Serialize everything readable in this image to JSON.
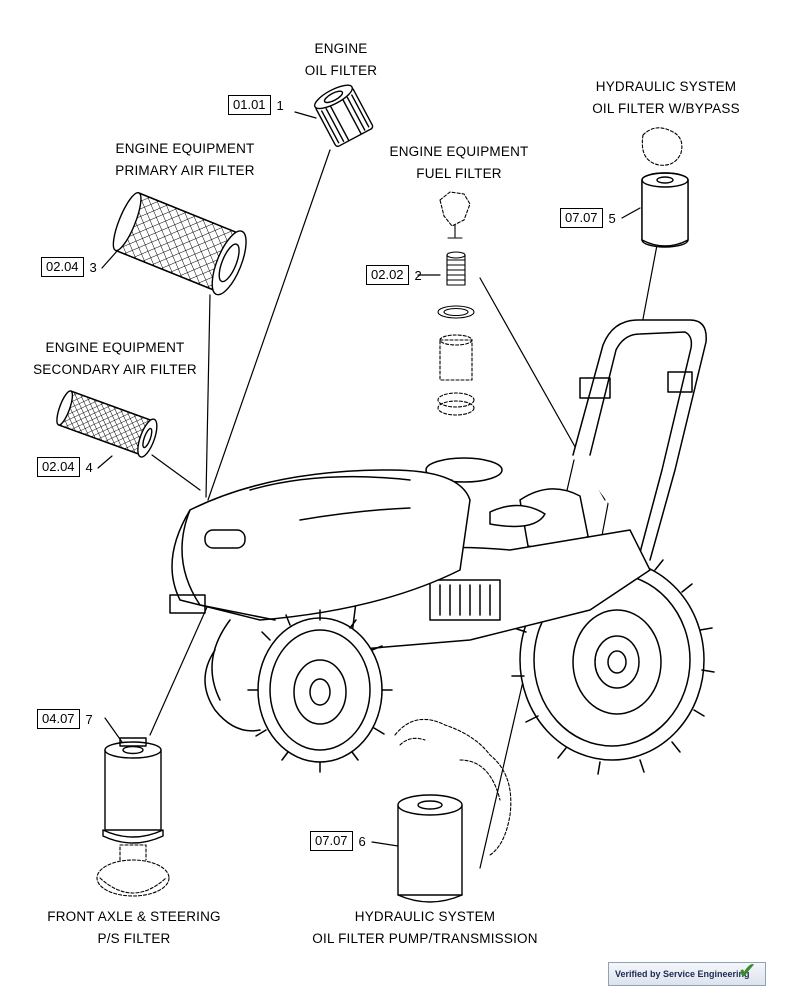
{
  "titles": {
    "engine_oil_filter": [
      "ENGINE",
      "OIL FILTER"
    ],
    "primary_air_filter": [
      "ENGINE EQUIPMENT",
      "PRIMARY AIR FILTER"
    ],
    "fuel_filter": [
      "ENGINE EQUIPMENT",
      "FUEL FILTER"
    ],
    "hyd_bypass_filter": [
      "HYDRAULIC SYSTEM",
      "OIL FILTER W/BYPASS"
    ],
    "secondary_air_filter": [
      "ENGINE EQUIPMENT",
      "SECONDARY AIR FILTER"
    ],
    "ps_filter": [
      "FRONT AXLE & STEERING",
      "P/S FILTER"
    ],
    "hyd_pump_filter": [
      "HYDRAULIC SYSTEM",
      "OIL FILTER PUMP/TRANSMISSION"
    ]
  },
  "refs": [
    {
      "code": "01.01",
      "num": "1"
    },
    {
      "code": "02.02",
      "num": "2"
    },
    {
      "code": "02.04",
      "num": "3"
    },
    {
      "code": "02.04",
      "num": "4"
    },
    {
      "code": "07.07",
      "num": "5"
    },
    {
      "code": "07.07",
      "num": "6"
    },
    {
      "code": "04.07",
      "num": "7"
    }
  ],
  "badge": {
    "text": "Verified by Service Engineering",
    "check_icon": "checkmark-icon",
    "color": "#3c8a2e"
  }
}
